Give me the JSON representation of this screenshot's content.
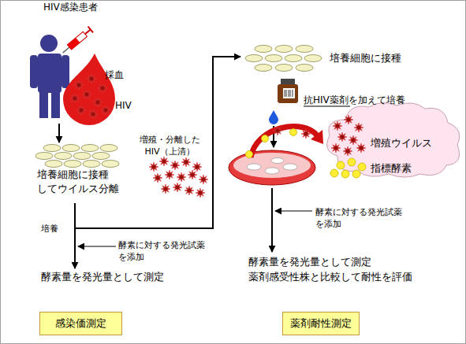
{
  "diagram": {
    "nodes": [
      {
        "text": [
          "増殖ウイルス",
          "指標酵素"
        ]
      },
      {
        "text": [
          "感染価測定"
        ]
      },
      {
        "text": [
          "薬剤耐性測定"
        ]
      }
    ],
    "labels": [
      "HIV感染患者",
      "採血",
      "HIV",
      "培養細胞に接種 してウイルス分離",
      "増殖・分離した HIV（上清）",
      "培養",
      "酵素に対する発光試薬 を添加",
      "酵素量を発光量として測定",
      "培養細胞に接種",
      "抗HIV薬剤を加えて培養",
      "酵素に対する発光試薬 を添加",
      "酵素量を発光量として測定",
      "薬剤感受性株と比較して耐性を評価"
    ]
  }
}
